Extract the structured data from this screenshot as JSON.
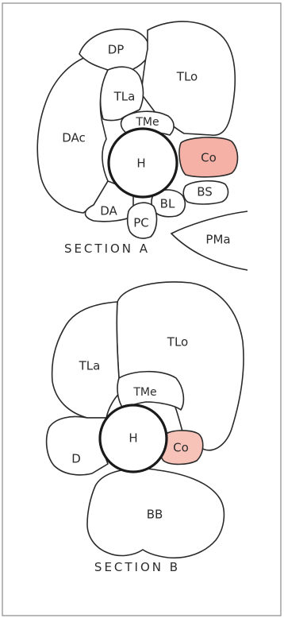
{
  "colors": {
    "highlight": "#f6b1a6",
    "highlight_light": "#f7c3b9",
    "line": "#2a2a2a"
  },
  "section_a": {
    "caption": "SECTION A",
    "labels": {
      "dp": "DP",
      "tlo": "TLo",
      "tla": "TLa",
      "dac": "DAc",
      "tme": "TMe",
      "h": "H",
      "co": "Co",
      "bs": "BS",
      "bl": "BL",
      "da": "DA",
      "pc": "PC",
      "pma": "PMa"
    }
  },
  "section_b": {
    "caption": "SECTION B",
    "labels": {
      "tlo": "TLo",
      "tla": "TLa",
      "tme": "TMe",
      "h": "H",
      "co": "Co",
      "d": "D",
      "bb": "BB"
    }
  }
}
